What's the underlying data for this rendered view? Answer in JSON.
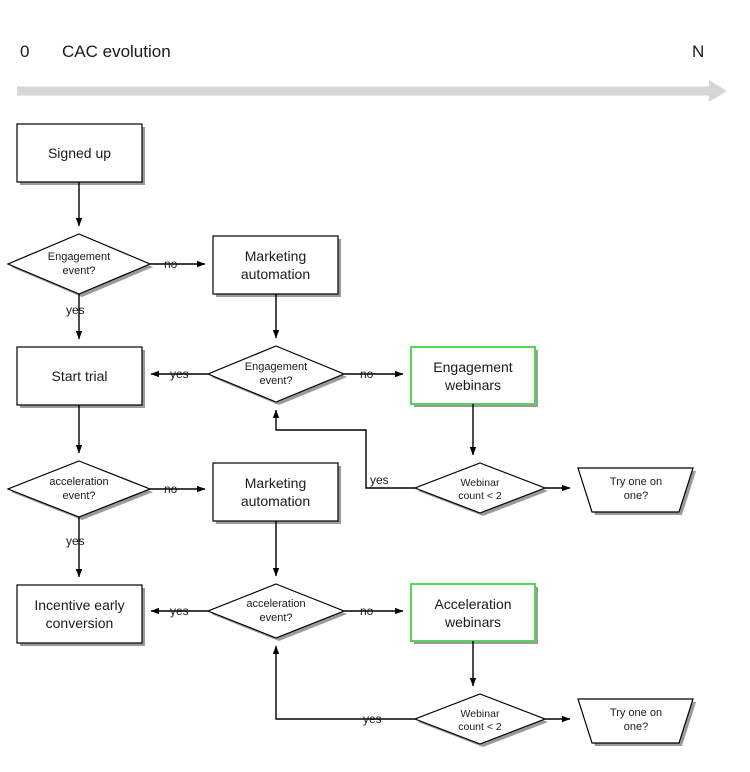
{
  "header": {
    "start_marker": "0",
    "title": "CAC evolution",
    "end_marker": "N",
    "arrow_color": "#d6d6d6"
  },
  "colors": {
    "stroke": "#000000",
    "highlight_border": "#55d455",
    "text": "#1a1a1a",
    "shadow": "#9a9a9a",
    "background": "#ffffff"
  },
  "nodes": {
    "signed_up": {
      "label": "Signed up",
      "shape": "process"
    },
    "engagement_event_1": {
      "label": "Engagement\nevent?",
      "shape": "decision"
    },
    "marketing_automation_1": {
      "label": "Marketing\nautomation",
      "shape": "process"
    },
    "start_trial": {
      "label": "Start trial",
      "shape": "process"
    },
    "engagement_event_2": {
      "label": "Engagement\nevent?",
      "shape": "decision"
    },
    "engagement_webinars": {
      "label": "Engagement\nwebinars",
      "shape": "process",
      "highlight": true
    },
    "acceleration_event_1": {
      "label": "acceleration\nevent?",
      "shape": "decision"
    },
    "marketing_automation_2": {
      "label": "Marketing\nautomation",
      "shape": "process"
    },
    "webinar_count_1": {
      "label": "Webinar\ncount < 2",
      "shape": "decision"
    },
    "try_one_on_one_1": {
      "label": "Try one on\none?",
      "shape": "manual-operation"
    },
    "incentive_early_conversion": {
      "label": "Incentive early\nconversion",
      "shape": "process"
    },
    "acceleration_event_2": {
      "label": "acceleration\nevent?",
      "shape": "decision"
    },
    "acceleration_webinars": {
      "label": "Acceleration\nwebinars",
      "shape": "process",
      "highlight": true
    },
    "webinar_count_2": {
      "label": "Webinar\ncount < 2",
      "shape": "decision"
    },
    "try_one_on_one_2": {
      "label": "Try one on\none?",
      "shape": "manual-operation"
    }
  },
  "edge_labels": {
    "e1_no": "no",
    "e1_yes": "yes",
    "e2_yes": "yes",
    "e2_no": "no",
    "e3_no": "no",
    "e3_yes": "yes",
    "w1_yes": "yes",
    "e4_yes": "yes",
    "e4_no": "no",
    "w2_yes": "yes"
  }
}
